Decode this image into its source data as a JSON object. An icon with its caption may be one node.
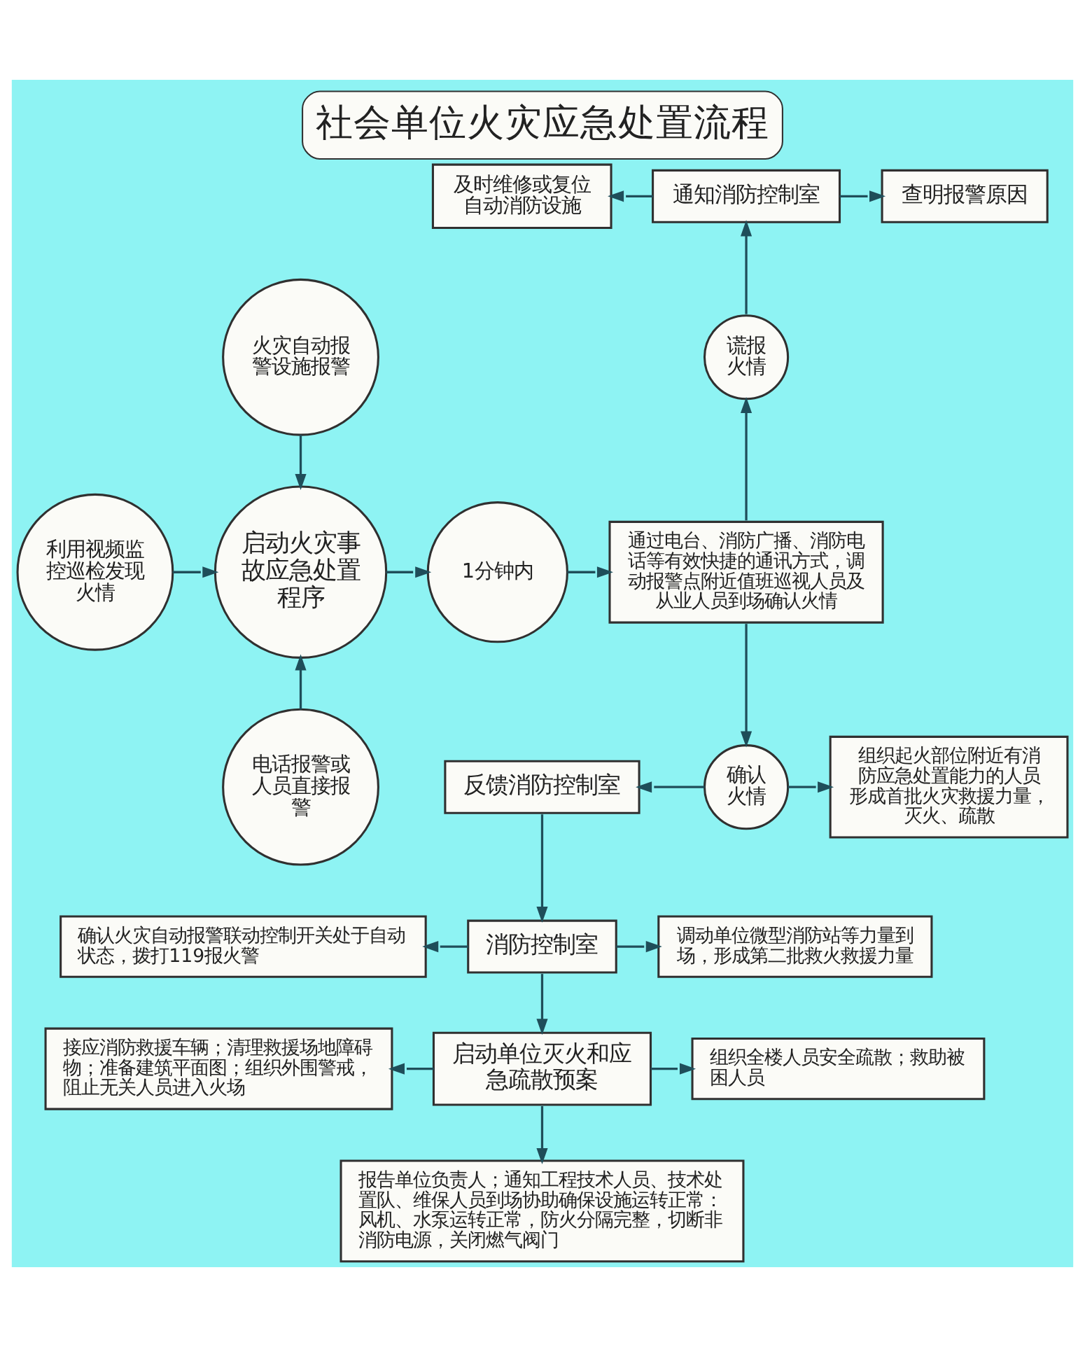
{
  "diagram": {
    "title": "社会单位火灾应急处置流程",
    "nodes": [
      {
        "text": [
          "及时维修或复位自动消防设施"
        ]
      },
      {
        "text": [
          "通知消防控制室"
        ]
      },
      {
        "text": [
          "查明报警原因"
        ]
      },
      {
        "text": [
          "火灾自动报警设施报警"
        ]
      },
      {
        "text": [
          "谎报火情"
        ]
      },
      {
        "text": [
          "利用视频监控巡检发现火情"
        ]
      },
      {
        "text": [
          "启动火灾事故应急处置程序"
        ]
      },
      {
        "text": [
          "1分钟内"
        ]
      },
      {
        "text": [
          "通过电台、消防广播、消防电话等有效快捷的通讯方式，调动报警点附近值班巡视人员及从业人员到场确认火情"
        ]
      },
      {
        "text": [
          "电话报警或人员直接报警"
        ]
      },
      {
        "text": [
          "反馈消防控制室"
        ]
      },
      {
        "text": [
          "确认火情"
        ]
      },
      {
        "text": [
          "组织起火部位附近有消防应急处置能力的人员形成首批火灾救援力量，灭火、疏散"
        ]
      },
      {
        "text": [
          "确认火灾自动报警联动控制开关处于自动状态，拨打119报火警"
        ]
      },
      {
        "text": [
          "消防控制室"
        ]
      },
      {
        "text": [
          "调动单位微型消防站等力量到场，形成第二批救火救援力量"
        ]
      },
      {
        "text": [
          "接应消防救援车辆；清理救援场地障碍物；准备建筑平面图；组织外围警戒，阻止无关人员进入火场"
        ]
      },
      {
        "text": [
          "启动单位灭火和应急疏散预案"
        ]
      },
      {
        "text": [
          "组织全楼人员安全疏散；救助被困人员"
        ]
      },
      {
        "text": [
          "报告单位负责人；通知工程技术人员、技术处置队、维保人员到场协助确保设施运转正常：风机、水泵运转正常，防火分隔完整，切断非消防电源，关闭燃气阀门"
        ]
      }
    ],
    "edges": [
      {
        "from": 3,
        "to": 6,
        "arrow": "to"
      },
      {
        "from": 5,
        "to": 6,
        "arrow": "to"
      },
      {
        "from": 9,
        "to": 6,
        "arrow": "to"
      },
      {
        "from": 6,
        "to": 7,
        "arrow": "to"
      },
      {
        "from": 7,
        "to": 8,
        "arrow": "to"
      },
      {
        "from": 8,
        "to": 4,
        "arrow": "to"
      },
      {
        "from": 4,
        "to": 1,
        "arrow": "to"
      },
      {
        "from": 1,
        "to": 0,
        "arrow": "to"
      },
      {
        "from": 1,
        "to": 2,
        "arrow": "to"
      },
      {
        "from": 8,
        "to": 11,
        "arrow": "to"
      },
      {
        "from": 11,
        "to": 10,
        "arrow": "to"
      },
      {
        "from": 11,
        "to": 12,
        "arrow": "to"
      },
      {
        "from": 10,
        "to": 14,
        "arrow": "to"
      },
      {
        "from": 14,
        "to": 13,
        "arrow": "to"
      },
      {
        "from": 14,
        "to": 15,
        "arrow": "to"
      },
      {
        "from": 14,
        "to": 17,
        "arrow": "to"
      },
      {
        "from": 17,
        "to": 16,
        "arrow": "to"
      },
      {
        "from": 17,
        "to": 18,
        "arrow": "to"
      },
      {
        "from": 17,
        "to": 19,
        "arrow": "to"
      }
    ]
  }
}
